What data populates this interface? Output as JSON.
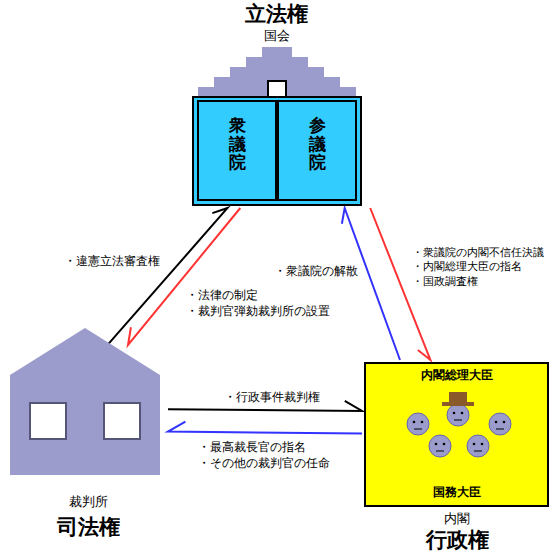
{
  "diagram": {
    "nodes": [
      {
        "text": [
          "立法権",
          "国会"
        ]
      },
      {
        "text": [
          "衆議院"
        ],
        "in": 0
      },
      {
        "text": [
          "参議院"
        ],
        "in": 0
      },
      {
        "text": [
          "裁判所",
          "司法権"
        ]
      },
      {
        "text": [
          "内閣総理大臣",
          "国務大臣",
          "内閣",
          "行政権"
        ]
      }
    ],
    "edges": [
      {
        "from": 3,
        "to": 0,
        "label": "・違憲立法審査権",
        "arrow": "to"
      },
      {
        "from": 0,
        "to": 3,
        "label": "・法律の制定 ・裁判官弾劾裁判所の設置",
        "arrow": "to"
      },
      {
        "from": 4,
        "to": 0,
        "label": "・衆議院の解散",
        "arrow": "to"
      },
      {
        "from": 0,
        "to": 4,
        "label": "・衆議院の内閣不信任決議 ・内閣総理大臣の指名 ・国政調査権",
        "arrow": "to"
      },
      {
        "from": 3,
        "to": 4,
        "label": "・行政事件裁判権",
        "arrow": "to"
      },
      {
        "from": 4,
        "to": 3,
        "label": "・最高裁長官の指名 ・その他の裁判官の任命",
        "arrow": "to"
      }
    ]
  }
}
